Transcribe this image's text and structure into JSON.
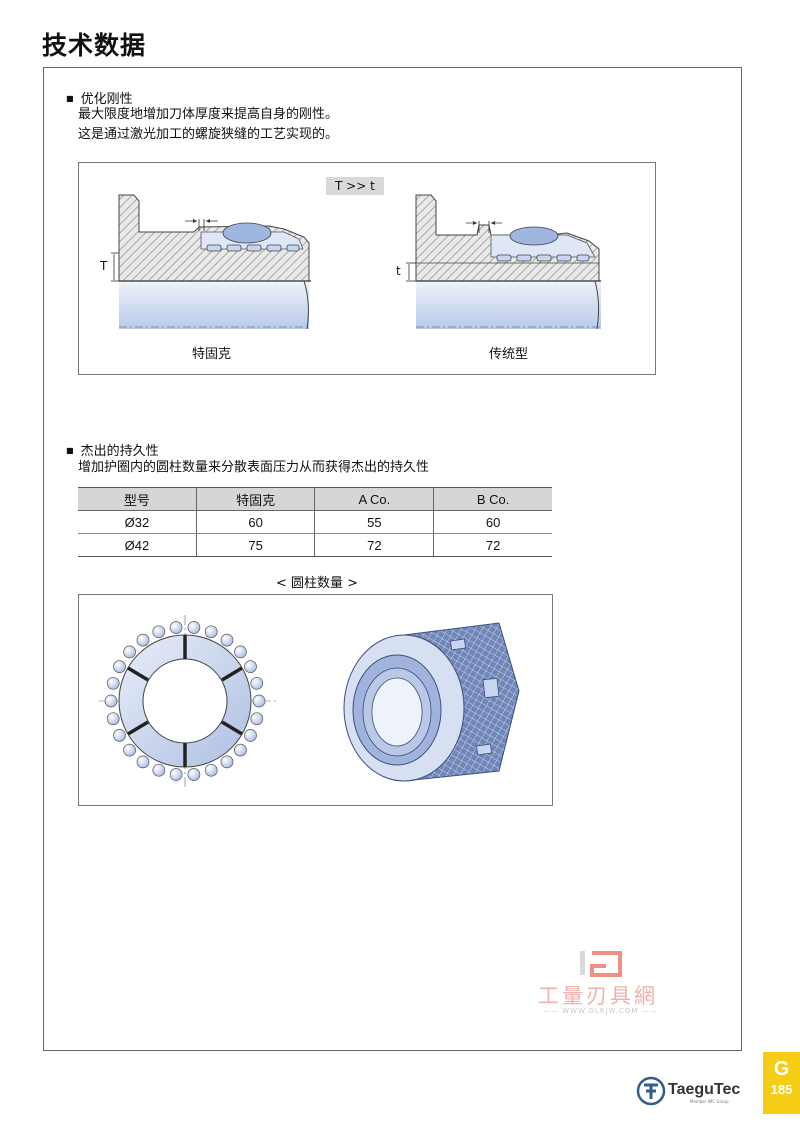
{
  "page_title": "技术数据",
  "section1": {
    "heading": "优化刚性",
    "lines": [
      "最大限度地增加刀体厚度来提高自身的刚性。",
      "这是通过激光加工的螺旋狭缝的工艺实现的。"
    ],
    "figure": {
      "badge": "T >> t",
      "left_dim": "T",
      "right_dim": "t",
      "left_caption": "特固克",
      "right_caption": "传统型"
    }
  },
  "section2": {
    "heading": "杰出的持久性",
    "line": "增加护圈内的圆柱数量来分散表面压力从而获得杰出的持久性",
    "table": {
      "headers": [
        "型号",
        "特固克",
        "A Co.",
        "B Co."
      ],
      "rows": [
        [
          "Ø32",
          "60",
          "55",
          "60"
        ],
        [
          "Ø42",
          "75",
          "72",
          "72"
        ]
      ]
    },
    "figure_caption": "< 圆柱数量 >"
  },
  "watermark": {
    "text": "工量刃具網",
    "url": "—— WWW.GLRJW.COM ——"
  },
  "logo": {
    "name": "TaeguTec",
    "sub": "Member IMC Group"
  },
  "page_tab": {
    "letter": "G",
    "number": "185"
  },
  "colors": {
    "accent_yellow": "#f4cd14",
    "light_blue": "#c7d5ee",
    "hatch_gray": "#9a9a9a"
  }
}
